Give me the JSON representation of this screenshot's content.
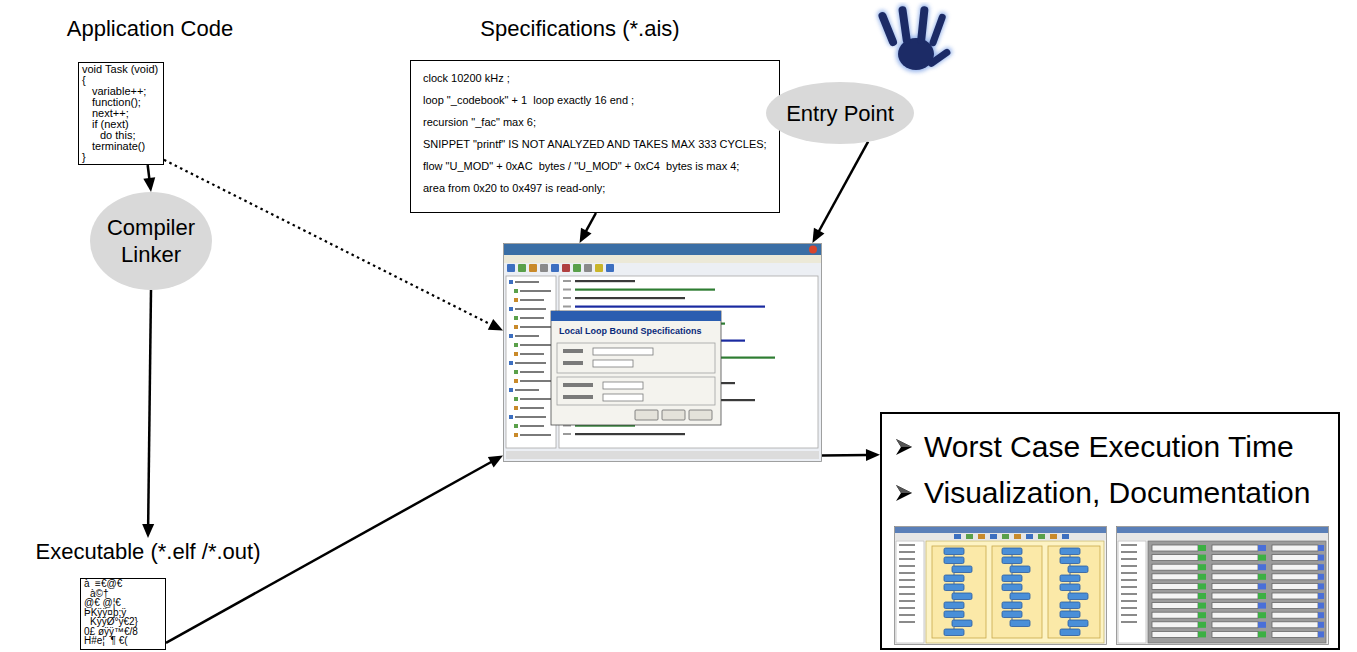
{
  "diagram": {
    "nodes": [
      {
        "text": [
          "Application Code",
          "void Task (void)",
          "{",
          "variable++;",
          "function();",
          "next++;",
          "if (next)",
          "do this;",
          "terminate()",
          "}"
        ]
      },
      {
        "text": [
          "Specifications (*.ais)",
          "clock 10200 kHz ;",
          "loop \"_codebook\" + 1  loop exactly 16 end ;",
          "recursion \"_fac\" max 6;",
          "SNIPPET \"printf\" IS NOT ANALYZED AND TAKES MAX 333 CYCLES;",
          "flow \"U_MOD\" + 0xAC  bytes / \"U_MOD\" + 0xC4  bytes is max 4;",
          "area from 0x20 to 0x497 is read-only;"
        ]
      },
      {
        "text": [
          "Entry Point"
        ]
      },
      {
        "text": [
          "Compiler Linker"
        ]
      },
      {
        "text": [
          "Local Loop Bound Specifications"
        ]
      },
      {
        "text": [
          "Executable (*.elf /*.out)",
          "à  ≡€@€",
          "à©†",
          "@€ @¦€",
          "ÞKÿÿ¤þ;ÿ",
          "KÿÿØ°ÿ€2}",
          "0£ øÿÿ™€/8",
          "H#e¦  ¶ €("
        ]
      },
      {
        "text": [
          "Worst Case Execution Time",
          "Visualization, Documentation"
        ]
      }
    ],
    "edges": [
      {
        "from": 0,
        "to": 3,
        "arrow": "to"
      },
      {
        "from": 3,
        "to": 5,
        "arrow": "to"
      },
      {
        "from": 0,
        "to": 4,
        "arrow": "to"
      },
      {
        "from": 1,
        "to": 4,
        "arrow": "to"
      },
      {
        "from": 2,
        "to": 4,
        "arrow": "to"
      },
      {
        "from": 5,
        "to": 4,
        "arrow": "to"
      },
      {
        "from": 4,
        "to": 6,
        "arrow": "to"
      }
    ]
  }
}
